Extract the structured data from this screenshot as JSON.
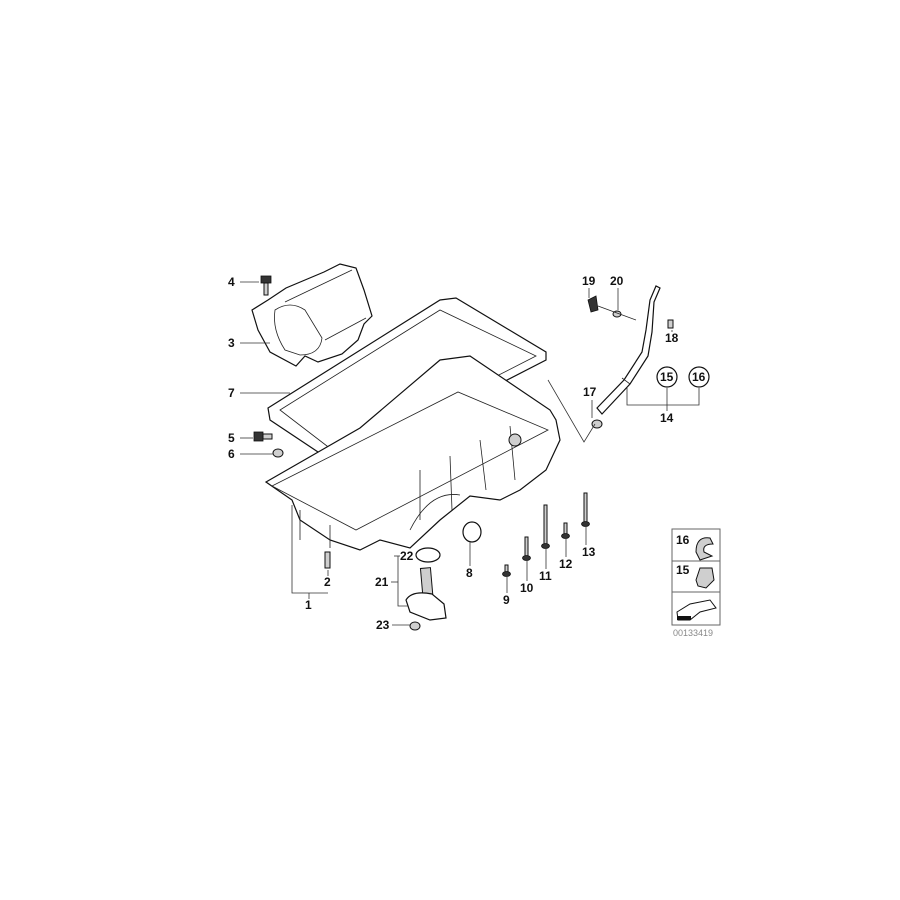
{
  "diagram": {
    "callouts": {
      "p1": "1",
      "p2": "2",
      "p3": "3",
      "p4": "4",
      "p5": "5",
      "p6": "6",
      "p7": "7",
      "p8": "8",
      "p9": "9",
      "p10": "10",
      "p11": "11",
      "p12": "12",
      "p13": "13",
      "p14": "14",
      "p15": "15",
      "p16": "16",
      "p17": "17",
      "p18": "18",
      "p19": "19",
      "p20": "20",
      "p21": "21",
      "p22": "22",
      "p23": "23"
    },
    "legend": {
      "item_16": "16",
      "item_15": "15"
    },
    "diagram_code": "00133419"
  }
}
